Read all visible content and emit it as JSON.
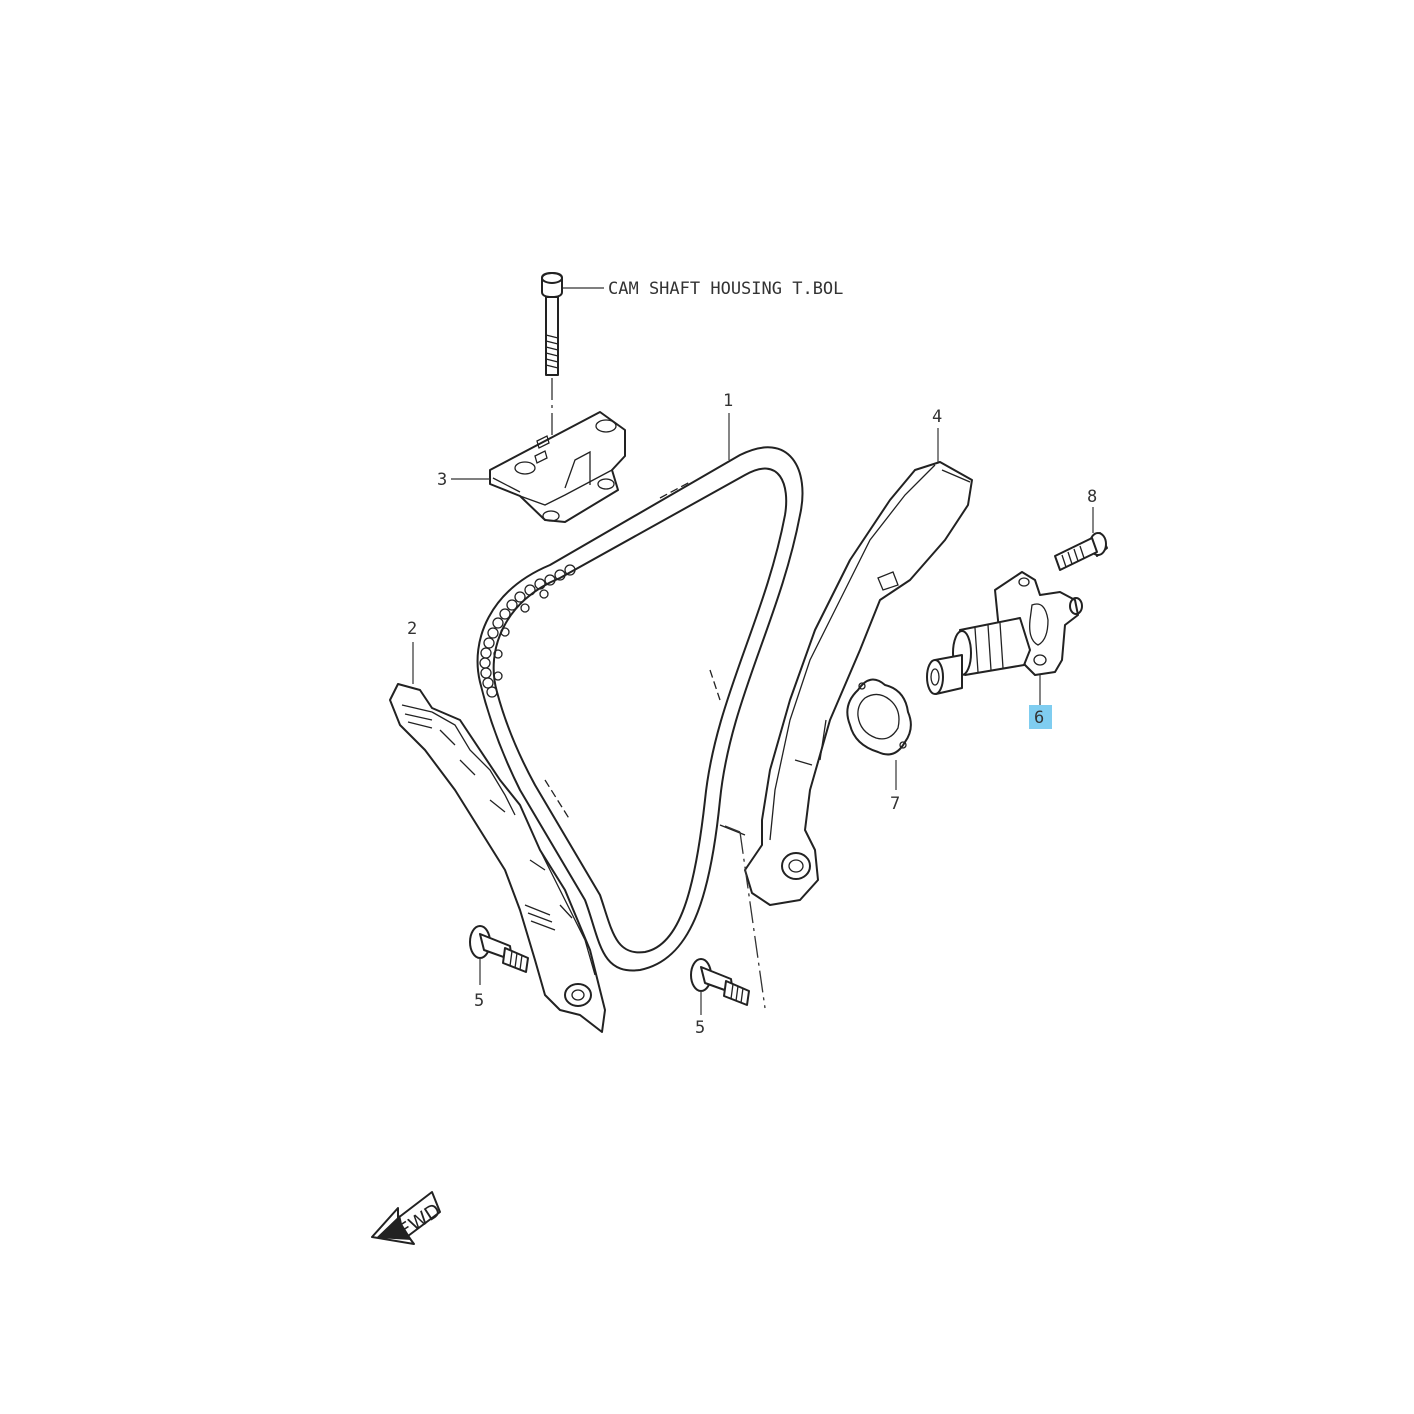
{
  "callouts": {
    "chain": "1",
    "guide_left": "2",
    "guide_top": "3",
    "tensioner_adjuster_arm": "4",
    "bolt_left": "5",
    "bolt_right": "5",
    "tensioner_adjuster": "6",
    "gasket": "7",
    "bolt_tensioner": "8"
  },
  "note_text": "CAM SHAFT HOUSING T.BOL",
  "fwd_text": "FWD",
  "highlight_color": "#7fcdf0",
  "icons": {
    "forward_arrow": "fwd-arrow-icon"
  }
}
